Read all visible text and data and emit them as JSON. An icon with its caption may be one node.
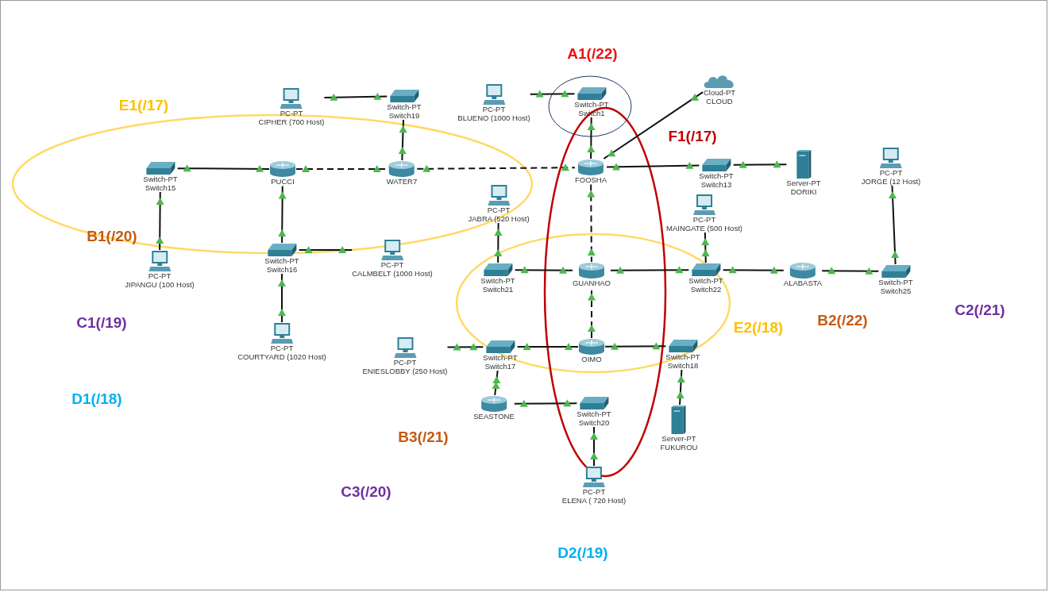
{
  "diagram": {
    "nodes": [
      {
        "text": [
          "PC-PT",
          "CIPHER (700 Host)"
        ]
      },
      {
        "text": [
          "Switch-PT",
          "Switch19"
        ]
      },
      {
        "text": [
          "PC-PT",
          "BLUENO (1000 Host)"
        ]
      },
      {
        "text": [
          "Switch-PT",
          "Switch1"
        ]
      },
      {
        "text": [
          "Cloud-PT",
          "CLOUD"
        ]
      },
      {
        "text": [
          "Switch-PT",
          "Switch15"
        ]
      },
      {
        "text": [
          "PUCCI"
        ]
      },
      {
        "text": [
          "WATER7"
        ]
      },
      {
        "text": [
          "FOOSHA"
        ]
      },
      {
        "text": [
          "Switch-PT",
          "Switch13"
        ]
      },
      {
        "text": [
          "Server-PT",
          "DORIKI"
        ]
      },
      {
        "text": [
          "PC-PT",
          "JORGE (12 Host)"
        ]
      },
      {
        "text": [
          "PC-PT",
          "JABRA (520 Host)"
        ]
      },
      {
        "text": [
          "PC-PT",
          "MAINGATE (500 Host)"
        ]
      },
      {
        "text": [
          "PC-PT",
          "JIPANGU (100 Host)"
        ]
      },
      {
        "text": [
          "Switch-PT",
          "Switch16"
        ]
      },
      {
        "text": [
          "PC-PT",
          "CALMBELT (1000 Host)"
        ]
      },
      {
        "text": [
          "Switch-PT",
          "Switch21"
        ]
      },
      {
        "text": [
          "GUANHAO"
        ]
      },
      {
        "text": [
          "Switch-PT",
          "Switch22"
        ]
      },
      {
        "text": [
          "ALABASTA"
        ]
      },
      {
        "text": [
          "Switch-PT",
          "Switch25"
        ]
      },
      {
        "text": [
          "PC-PT",
          "COURTYARD (1020 Host)"
        ]
      },
      {
        "text": [
          "PC-PT",
          "ENIESLOBBY (250 Host)"
        ]
      },
      {
        "text": [
          "Switch-PT",
          "Switch17"
        ]
      },
      {
        "text": [
          "OIMO"
        ]
      },
      {
        "text": [
          "Switch-PT",
          "Switch18"
        ]
      },
      {
        "text": [
          "SEASTONE"
        ]
      },
      {
        "text": [
          "Switch-PT",
          "Switch20"
        ]
      },
      {
        "text": [
          "Server-PT",
          "FUKUROU"
        ]
      },
      {
        "text": [
          "PC-PT",
          "ELENA ( 720 Host)"
        ]
      }
    ],
    "edges": [
      {
        "from": 0,
        "to": 1,
        "arrow": "other"
      },
      {
        "from": 2,
        "to": 3,
        "arrow": "other"
      },
      {
        "from": 3,
        "to": 8,
        "arrow": "other"
      },
      {
        "from": 4,
        "to": 8,
        "arrow": "other"
      },
      {
        "from": 5,
        "to": 6,
        "arrow": "other"
      },
      {
        "from": 6,
        "to": 7,
        "arrow": "other",
        "style": "dashed"
      },
      {
        "from": 7,
        "to": 1,
        "arrow": "other"
      },
      {
        "from": 7,
        "to": 8,
        "arrow": "other",
        "style": "dashed"
      },
      {
        "from": 8,
        "to": 9,
        "arrow": "other"
      },
      {
        "from": 9,
        "to": 10,
        "arrow": "other"
      },
      {
        "from": 8,
        "to": 18,
        "arrow": "other",
        "style": "dashed"
      },
      {
        "from": 12,
        "to": 17,
        "arrow": "other"
      },
      {
        "from": 14,
        "to": 5,
        "arrow": "other"
      },
      {
        "from": 6,
        "to": 15,
        "arrow": "other"
      },
      {
        "from": 15,
        "to": 16,
        "arrow": "other"
      },
      {
        "from": 22,
        "to": 15,
        "arrow": "other"
      },
      {
        "from": 17,
        "to": 18,
        "arrow": "other"
      },
      {
        "from": 18,
        "to": 19,
        "arrow": "other"
      },
      {
        "from": 19,
        "to": 13,
        "arrow": "other"
      },
      {
        "from": 19,
        "to": 20,
        "arrow": "other"
      },
      {
        "from": 20,
        "to": 21,
        "arrow": "other"
      },
      {
        "from": 21,
        "to": 11,
        "arrow": "other"
      },
      {
        "from": 23,
        "to": 24,
        "arrow": "other"
      },
      {
        "from": 24,
        "to": 25,
        "arrow": "other"
      },
      {
        "from": 25,
        "to": 18,
        "arrow": "other",
        "style": "dashed"
      },
      {
        "from": 25,
        "to": 26,
        "arrow": "other"
      },
      {
        "from": 29,
        "to": 26,
        "arrow": "other"
      },
      {
        "from": 27,
        "to": 24,
        "arrow": "other"
      },
      {
        "from": 27,
        "to": 28,
        "arrow": "other"
      },
      {
        "from": 30,
        "to": 28,
        "arrow": "other"
      }
    ],
    "labels": [
      "A1(/22)",
      "E1(/17)",
      "F1(/17)",
      "B1(/20)",
      "C2(/21)",
      "B2(/22)",
      "C1(/19)",
      "E2(/18)",
      "D1(/18)",
      "B3(/21)",
      "C3(/20)",
      "D2(/19)"
    ]
  }
}
